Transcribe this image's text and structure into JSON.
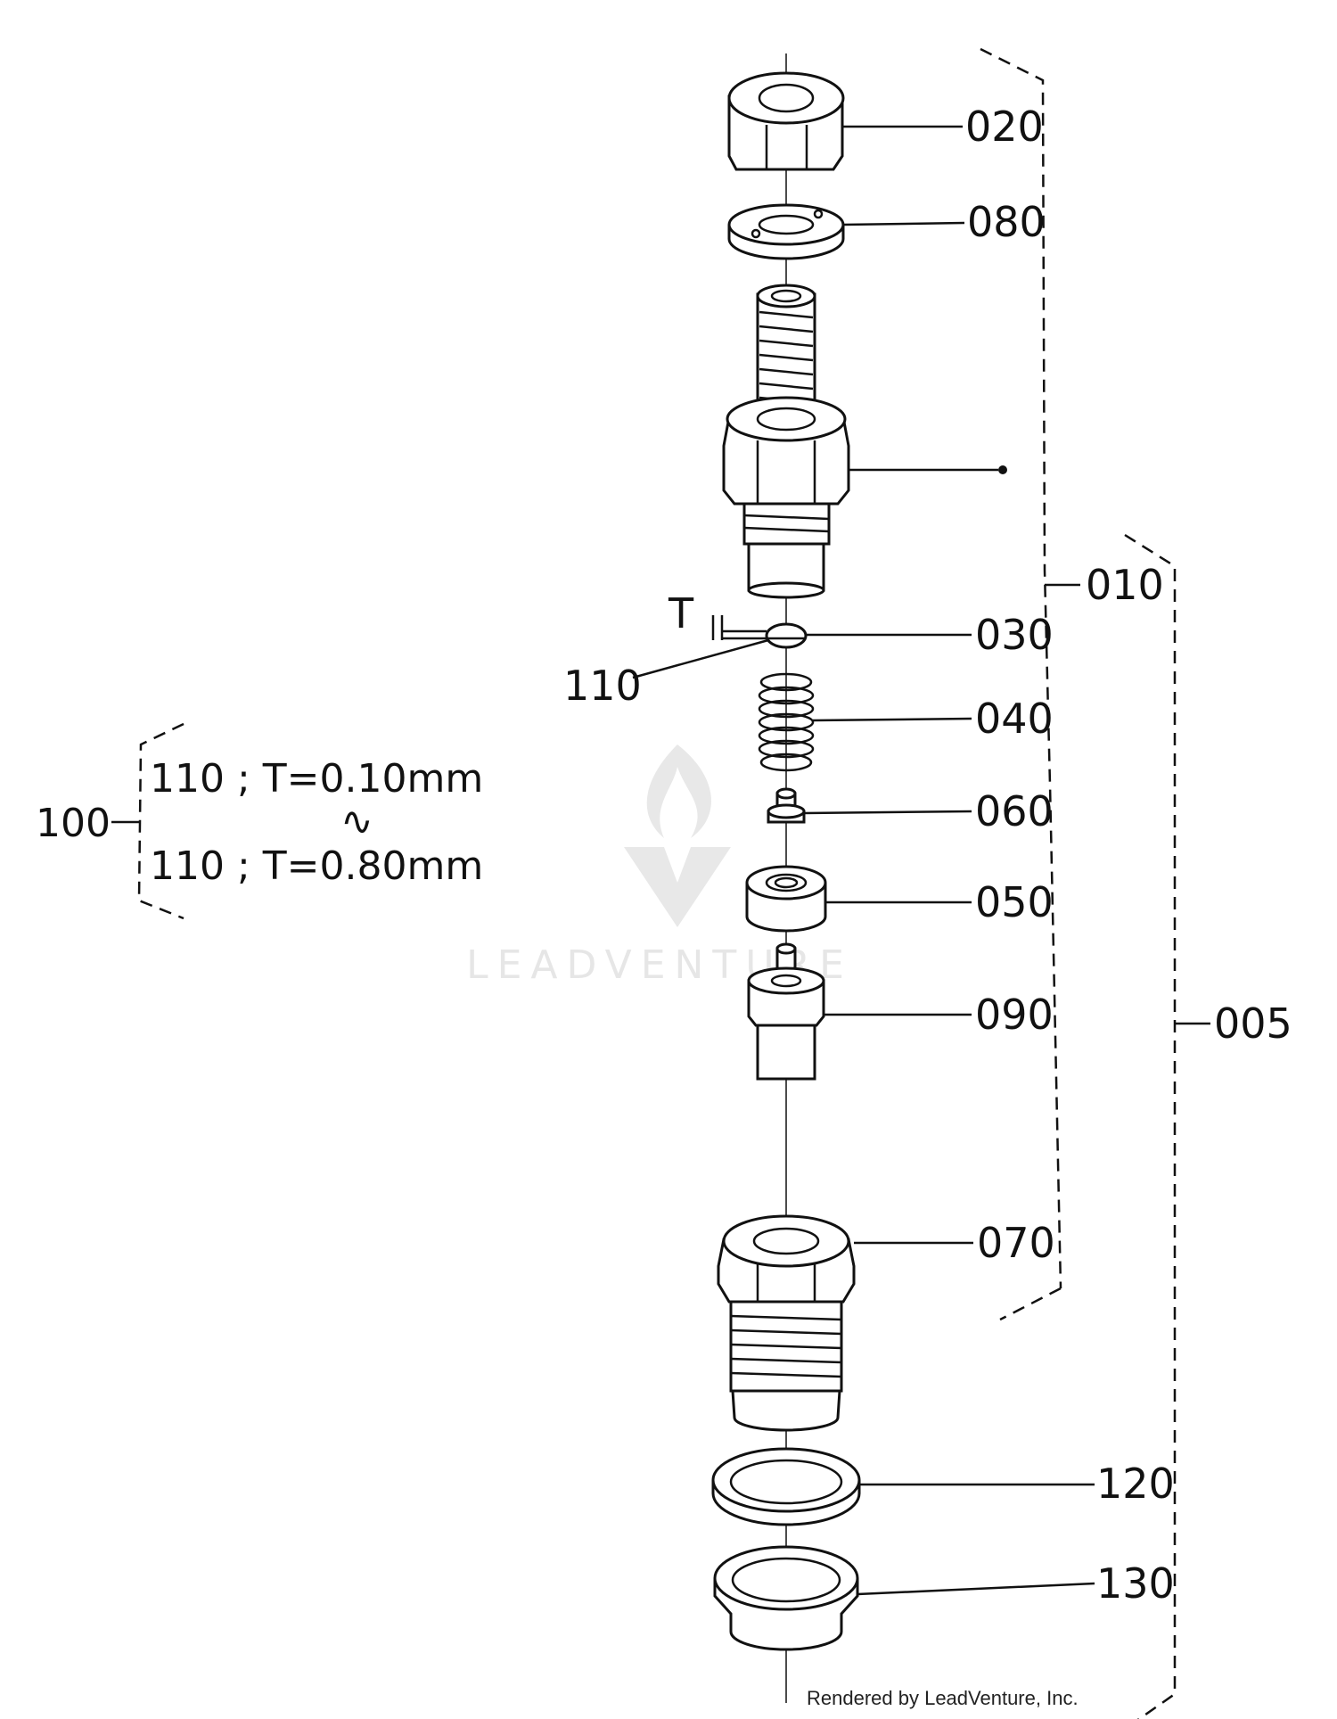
{
  "diagram": {
    "callouts": {
      "p020": "020",
      "p080": "080",
      "p010": "010",
      "p030": "030",
      "p110": "110",
      "t_mark": "T",
      "p040": "040",
      "p060": "060",
      "p050": "050",
      "p090": "090",
      "p005": "005",
      "p070": "070",
      "p120": "120",
      "p130": "130"
    },
    "shim_note": {
      "ref": "100",
      "line1": "110 ; T=0.10mm",
      "range_mark": "∿",
      "line2": "110 ; T=0.80mm"
    },
    "watermark": "LEADVENTURE",
    "credit": "Rendered by LeadVenture, Inc."
  }
}
